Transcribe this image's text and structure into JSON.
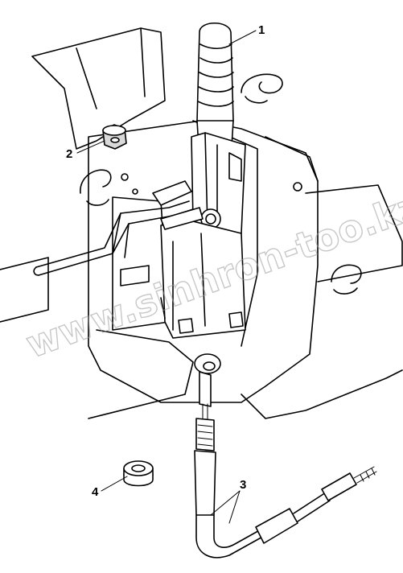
{
  "callouts": {
    "c1": "1",
    "c2": "2",
    "c3": "3",
    "c4": "4"
  },
  "watermark": "www.sinhron-too.kz",
  "colors": {
    "line": "#000000",
    "background": "#ffffff",
    "shade": "#d9d9d9",
    "watermark": "#9a9a9a"
  }
}
